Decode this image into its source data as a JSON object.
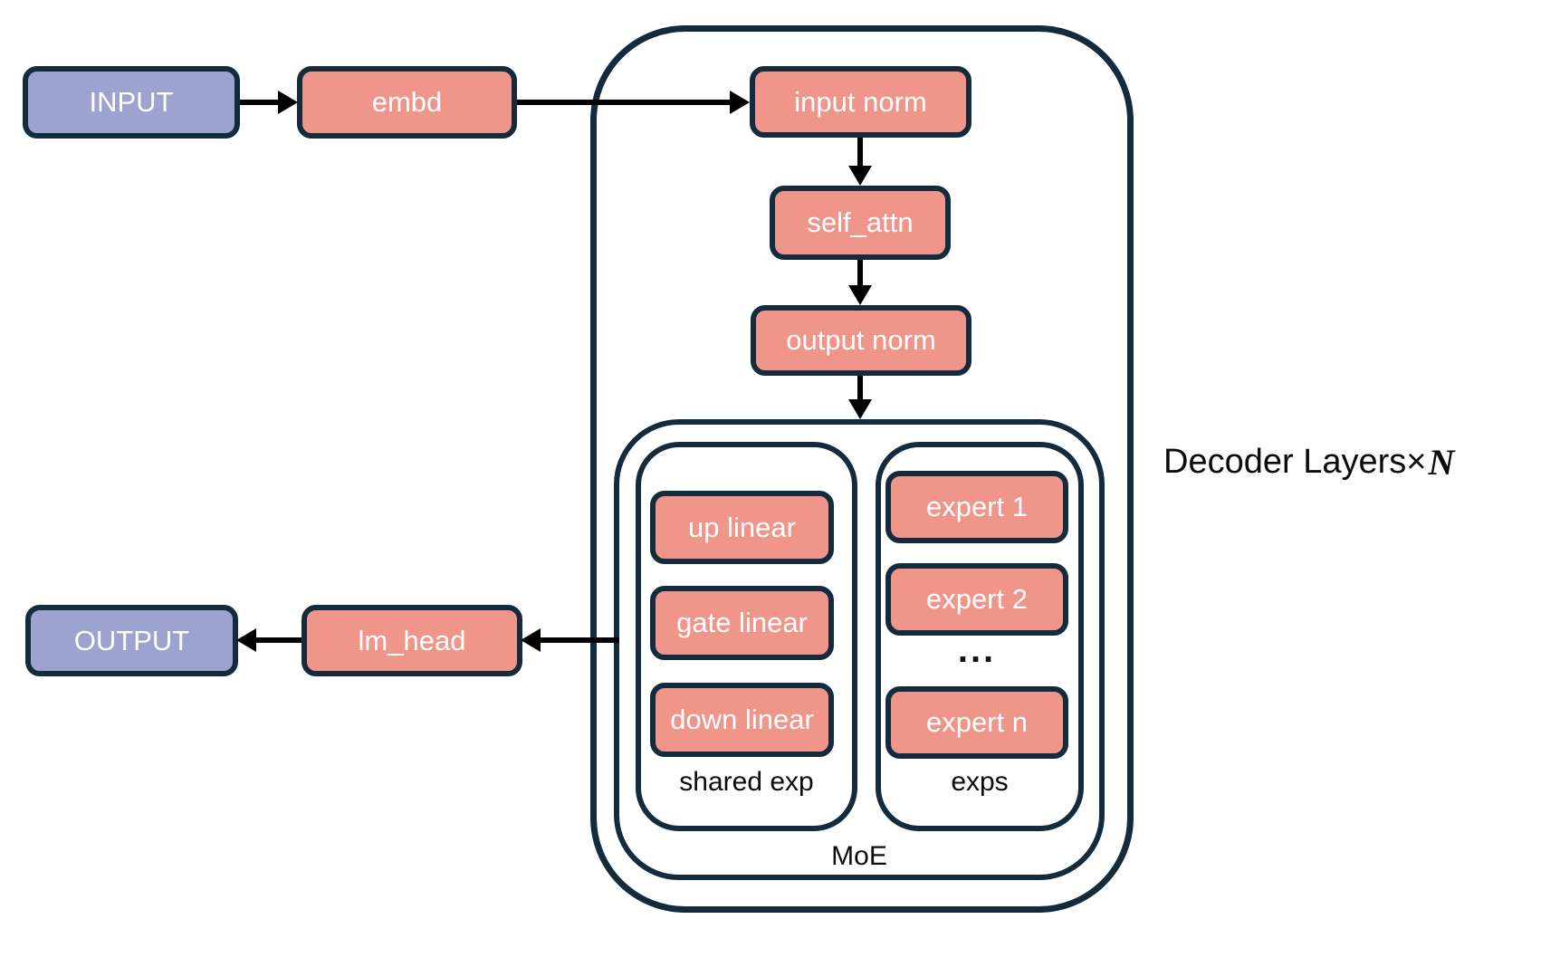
{
  "diagram": {
    "io": {
      "input_label": "INPUT",
      "output_label": "OUTPUT"
    },
    "blocks": {
      "embd": "embd",
      "lm_head": "lm_head",
      "input_norm": "input norm",
      "self_attn": "self_attn",
      "output_norm": "output norm"
    },
    "decoder": {
      "label_prefix": "Decoder Layers×",
      "label_n": "N"
    },
    "moe": {
      "label": "MoE",
      "shared": {
        "label": "shared exp",
        "items": [
          "up linear",
          "gate linear",
          "down linear"
        ]
      },
      "experts": {
        "label": "exps",
        "items": [
          "expert 1",
          "expert 2",
          "expert n"
        ],
        "ellipsis": "..."
      }
    }
  },
  "colors": {
    "purple": "#9BA3CE",
    "salmon": "#F0958A",
    "border": "#132B3C",
    "arrow": "#000000"
  }
}
